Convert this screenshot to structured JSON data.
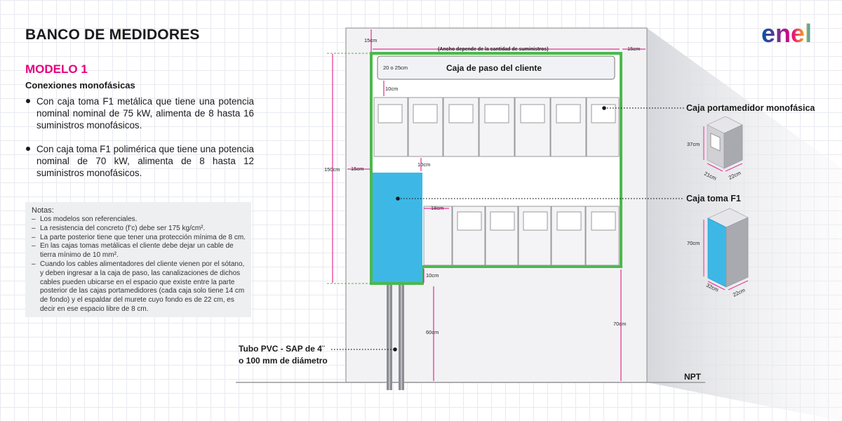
{
  "header": {
    "title": "BANCO DE MEDIDORES",
    "model": "MODELO 1",
    "subtitle": "Conexiones monofásicas"
  },
  "bullets": [
    "Con caja toma F1 metálica que tiene una potencia nominal nominal de 75 kW, alimenta de 8 hasta 16 suministros monofásicos.",
    "Con caja toma F1 polimérica que tiene una potencia nominal de 70 kW, alimenta de 8 hasta 12 suministros monofásicos."
  ],
  "notes": {
    "title": "Notas:",
    "items": [
      "Los modelos son referenciales.",
      "La resistencia del concreto (f’c) debe ser 175 kg/cm².",
      "La parte posterior tiene que tener una protección mínima de 8 cm.",
      "En las cajas tomas metálicas el cliente debe dejar un cable de tierra mínimo de 10 mm².",
      "Cuando los cables alimentadores del cliente vienen por el sótano, y deben ingresar a la caja de paso, las canalizaciones de dichos cables pueden ubicarse en el espacio que existe entre la parte posterior de las cajas portamedidores (cada caja solo tiene 14 cm de fondo) y el espaldar del murete cuyo fondo es de 22 cm, es decir en ese espacio libre de 8 cm."
    ]
  },
  "logo": {
    "text": "enel",
    "colors": [
      "#0055a4",
      "#7b2d8e",
      "#e6007e",
      "#f5a623",
      "#00a3e0"
    ]
  },
  "diagram": {
    "dims": {
      "top_margin": "15cm",
      "width_note": "(Ancho depende de la cantidad de suministros)",
      "right_margin": "15cm",
      "pass_box_height": "20 o 25cm",
      "pass_gap": "10cm",
      "total_height": "150cm",
      "left_margin": "15cm",
      "f1_gap": "10cm",
      "f1_side_gap": "18cm",
      "f1_bottom": "10cm",
      "floor_left": "60cm",
      "floor_right": "70cm"
    },
    "labels": {
      "pass_box": "Caja de paso del cliente",
      "meter_box": "Caja portamedidor monofásica",
      "f1_box": "Caja toma F1",
      "pipe_line1": "Tubo PVC - SAP de 4¨",
      "pipe_line2": "o 100 mm de diámetro",
      "floor": "NPT"
    },
    "iso_meter": {
      "height": "37cm",
      "width": "21cm",
      "depth": "22cm"
    },
    "iso_f1": {
      "height": "70cm",
      "width": "32cm",
      "depth": "22cm"
    },
    "colors": {
      "frame": "#4cb84c",
      "dimension": "#e6007e",
      "f1_fill": "#3db8e6"
    }
  }
}
